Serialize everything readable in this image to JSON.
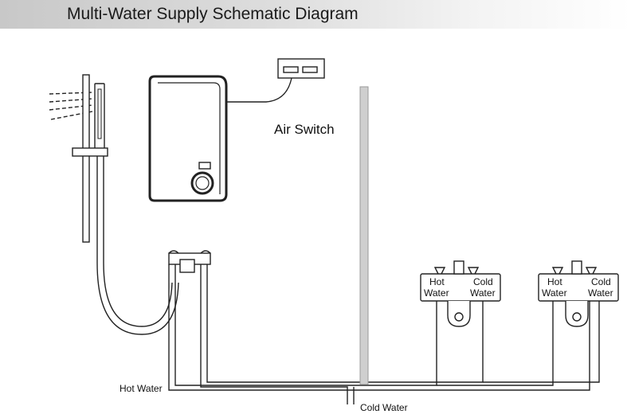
{
  "title": "Multi-Water Supply Schematic Diagram",
  "labels": {
    "air_switch": "Air Switch",
    "hot_water_inlet": "Hot Water",
    "cold_water_inlet": "Cold Water"
  },
  "faucets": [
    {
      "hot_line1": "Hot",
      "hot_line2": "Water",
      "cold_line1": "Cold",
      "cold_line2": "Water"
    },
    {
      "hot_line1": "Hot",
      "hot_line2": "Water",
      "cold_line1": "Cold",
      "cold_line2": "Water"
    }
  ],
  "colors": {
    "line": "#222222",
    "wall": "#cfcfcf",
    "title_bg": "#d6d6d6"
  }
}
